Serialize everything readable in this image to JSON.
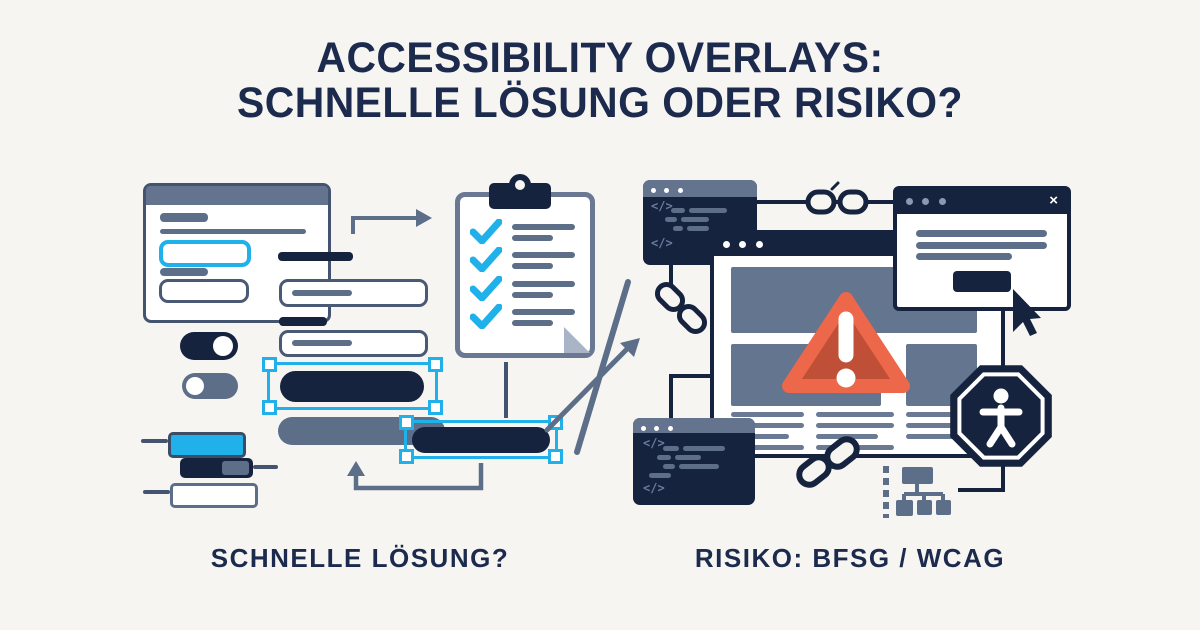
{
  "title": {
    "line1": "ACCESSIBILITY OVERLAYS:",
    "line2": "SCHNELLE LÖSUNG ODER RISIKO?"
  },
  "captions": {
    "left": "SCHNELLE LÖSUNG?",
    "right": "RISIKO: BFSG / WCAG"
  },
  "glyphs": {
    "code": "</>",
    "close": "×"
  },
  "colors": {
    "background": "#f7f5f2",
    "ink": "#1c2b4d",
    "navy": "#16233e",
    "slate": "#5d6e89",
    "slate_light": "#64748f",
    "cyan": "#21b1ea",
    "warning_fill": "#bf4f36",
    "warning_border": "#ed674a"
  },
  "left_panel": {
    "icons": [
      "form-window",
      "arrow-elbow",
      "toggle-on",
      "toggle-off",
      "selected-button",
      "gray-button",
      "slider-cyan",
      "progress-bar",
      "input-field",
      "checklist-clipboard",
      "return-arrow"
    ],
    "checklist": {
      "checked_count": 4
    }
  },
  "divider": {
    "icons": [
      "slash-line",
      "crossing-arrow"
    ]
  },
  "right_panel": {
    "icons": [
      "code-window-top",
      "broken-link",
      "modal-dialog",
      "cursor-pointer",
      "browser-window",
      "warning-triangle",
      "link-chain-left",
      "code-window-bottom",
      "link-chain-bottom",
      "accessibility-octagon",
      "sitemap",
      "dashed-line"
    ]
  }
}
